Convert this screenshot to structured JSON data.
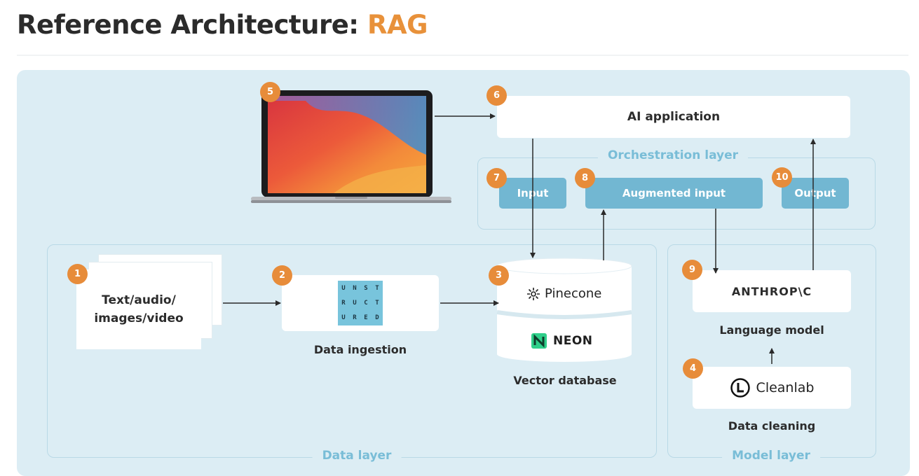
{
  "title": {
    "main": "Reference Architecture: ",
    "accent": "RAG"
  },
  "layers": {
    "orchestration": "Orchestration layer",
    "data": "Data layer",
    "model": "Model layer"
  },
  "components": {
    "ai_application": "AI application",
    "input": "Input",
    "augmented_input": "Augmented input",
    "output": "Output",
    "source_line1": "Text/audio/",
    "source_line2": "images/video",
    "unstructured_letters": [
      "U",
      "N",
      "S",
      "T",
      "R",
      "U",
      "C",
      "T",
      "U",
      "R",
      "E",
      "D"
    ],
    "data_ingestion": "Data ingestion",
    "pinecone": "Pinecone",
    "neon": "NEON",
    "vector_database": "Vector database",
    "anthropic": "ANTHROP\\C",
    "language_model": "Language model",
    "cleanlab": "Cleanlab",
    "data_cleaning": "Data cleaning"
  },
  "badges": {
    "b1": "1",
    "b2": "2",
    "b3": "3",
    "b4": "4",
    "b5": "5",
    "b6": "6",
    "b7": "7",
    "b8": "8",
    "b9": "9",
    "b10": "10"
  },
  "colors": {
    "accent": "#e8913a",
    "panel": "#dcedf4",
    "pill": "#72b7d2",
    "layer_label": "#79bdd7",
    "neon_green": "#2fcf8a"
  },
  "icons": [
    "laptop-icon",
    "pinecone-icon",
    "neon-icon",
    "cleanlab-icon",
    "unstructured-logo"
  ]
}
